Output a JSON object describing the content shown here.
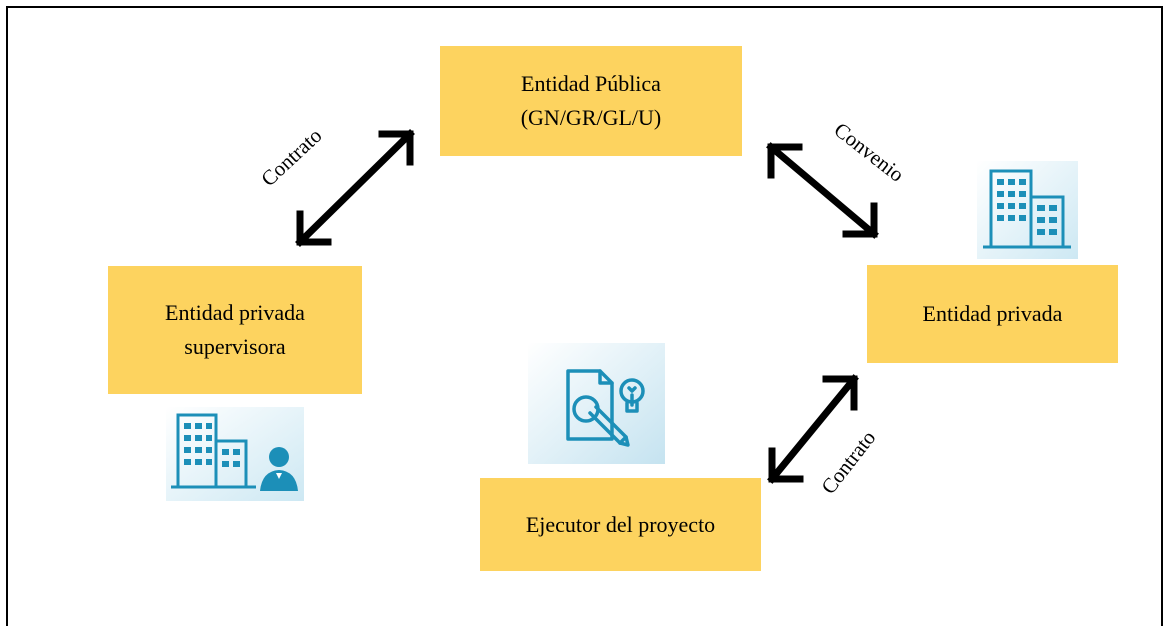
{
  "nodes": {
    "public_entity": {
      "line1": "Entidad Pública",
      "line2": "(GN/GR/GL/U)"
    },
    "private_supervisor": {
      "line1": "Entidad privada",
      "line2": "supervisora"
    },
    "private_entity": {
      "label": "Entidad privada"
    },
    "executor": {
      "label": "Ejecutor del proyecto"
    }
  },
  "relations": {
    "public_to_supervisor": "Contrato",
    "public_to_private": "Convenio",
    "private_to_executor": "Contrato"
  },
  "colors": {
    "box_fill": "#FDD35F",
    "icon_tile": "#D9EEF6",
    "icon_stroke": "#1C8FB8",
    "arrow": "#000000"
  },
  "icons": {
    "supervisor": "building-with-person-icon",
    "private": "building-icon",
    "executor": "document-pen-idea-icon"
  }
}
